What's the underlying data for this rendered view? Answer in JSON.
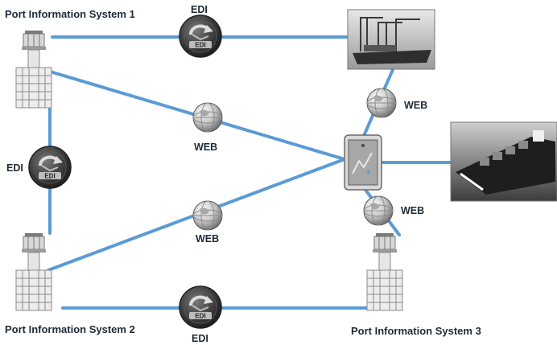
{
  "systems": {
    "pis1": "Port Information System 1",
    "pis2": "Port Information System 2",
    "pis3": "Port Information System 3"
  },
  "protocols": {
    "edi_top": "EDI",
    "edi_left": "EDI",
    "edi_bottom": "EDI",
    "web_upper_mid": "WEB",
    "web_lower_mid": "WEB",
    "web_right_top": "WEB",
    "web_right_bottom": "WEB"
  },
  "colors": {
    "link": "#5b9bd5",
    "edi_disc": "#2f2f2f",
    "globe": "#c9c9c9"
  },
  "icons": [
    "control-tower-icon",
    "edi-icon",
    "globe-icon",
    "handheld-device-icon",
    "crane-ship-photo",
    "container-ship-photo"
  ]
}
